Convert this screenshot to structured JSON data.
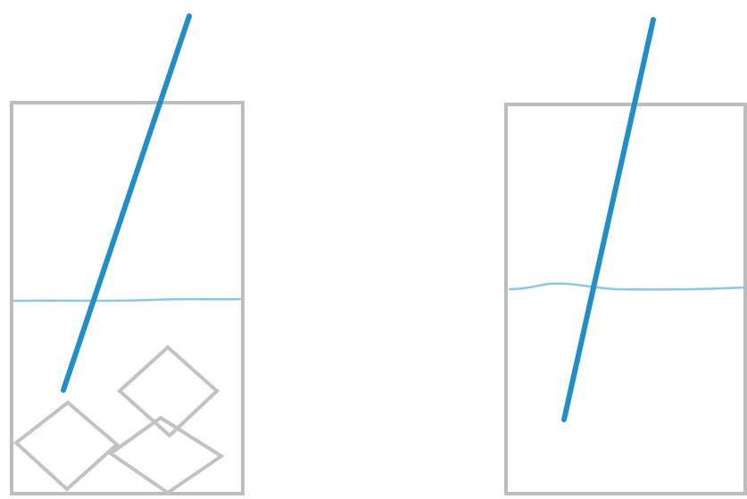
{
  "diagram": {
    "panels": [
      {
        "id": "left",
        "container": "glass",
        "contents": [
          "water",
          "ice-cubes",
          "straw"
        ],
        "ice_cube_count": 3
      },
      {
        "id": "right",
        "container": "glass",
        "contents": [
          "water",
          "straw"
        ],
        "ice_cube_count": 0
      }
    ],
    "colors": {
      "glass": "#bdbdbd",
      "water_surface": "#8cc7e6",
      "straw": "#1f8fc9",
      "ice": "#c2c2c2"
    }
  }
}
